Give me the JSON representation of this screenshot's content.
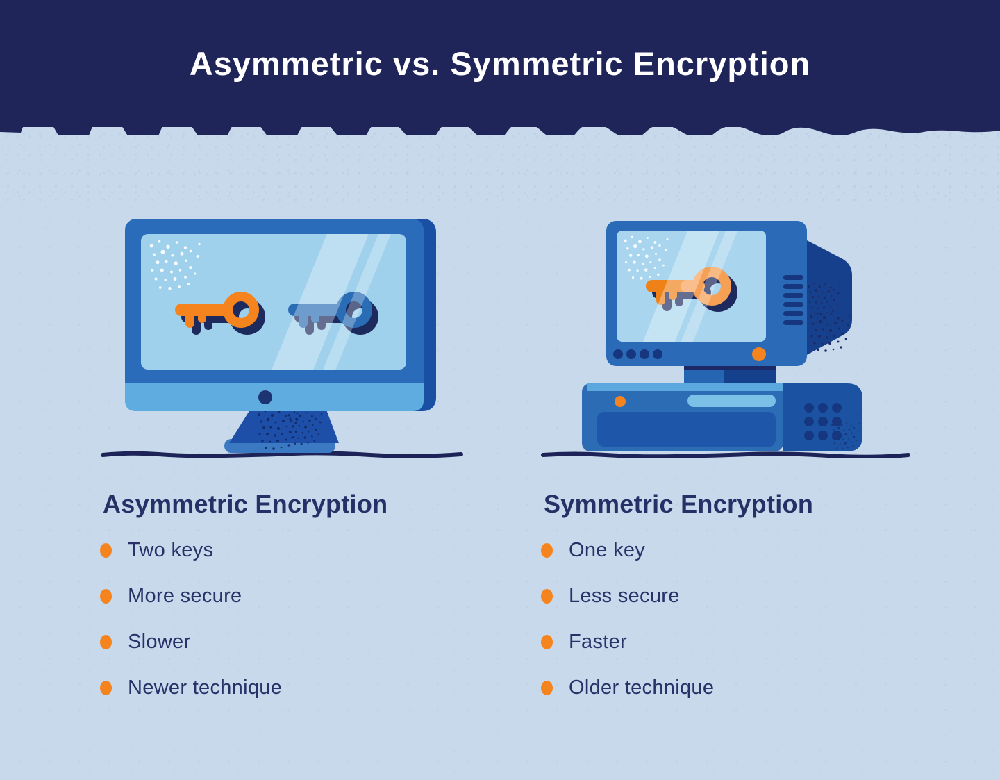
{
  "header": {
    "title": "Asymmetric vs. Symmetric Encryption",
    "background": "#1f2459",
    "text_color": "#ffffff"
  },
  "palette": {
    "page_background": "#c7d9eb",
    "navy_text": "#273066",
    "accent_orange": "#f5831e",
    "key_orange_light": "#f6a055",
    "key_blue": "#2a6db5",
    "monitor_blue": "#2b6cba",
    "monitor_side_dark": "#1a50a4",
    "screen_blue": "#9fd0ec",
    "shadow_navy": "#1d2a5e",
    "ground_navy": "#1d2357"
  },
  "sections": [
    {
      "id": "asymmetric",
      "heading": "Asymmetric Encryption",
      "illustration": "imac-monitor-with-two-keys",
      "icons": [
        "orange-key-icon",
        "blue-key-icon"
      ],
      "bullets": [
        "Two keys",
        "More secure",
        "Slower",
        "Newer technique"
      ]
    },
    {
      "id": "symmetric",
      "heading": "Symmetric Encryption",
      "illustration": "retro-computer-with-one-key",
      "icons": [
        "orange-key-icon"
      ],
      "bullets": [
        "One key",
        "Less secure",
        "Faster",
        "Older technique"
      ]
    }
  ]
}
